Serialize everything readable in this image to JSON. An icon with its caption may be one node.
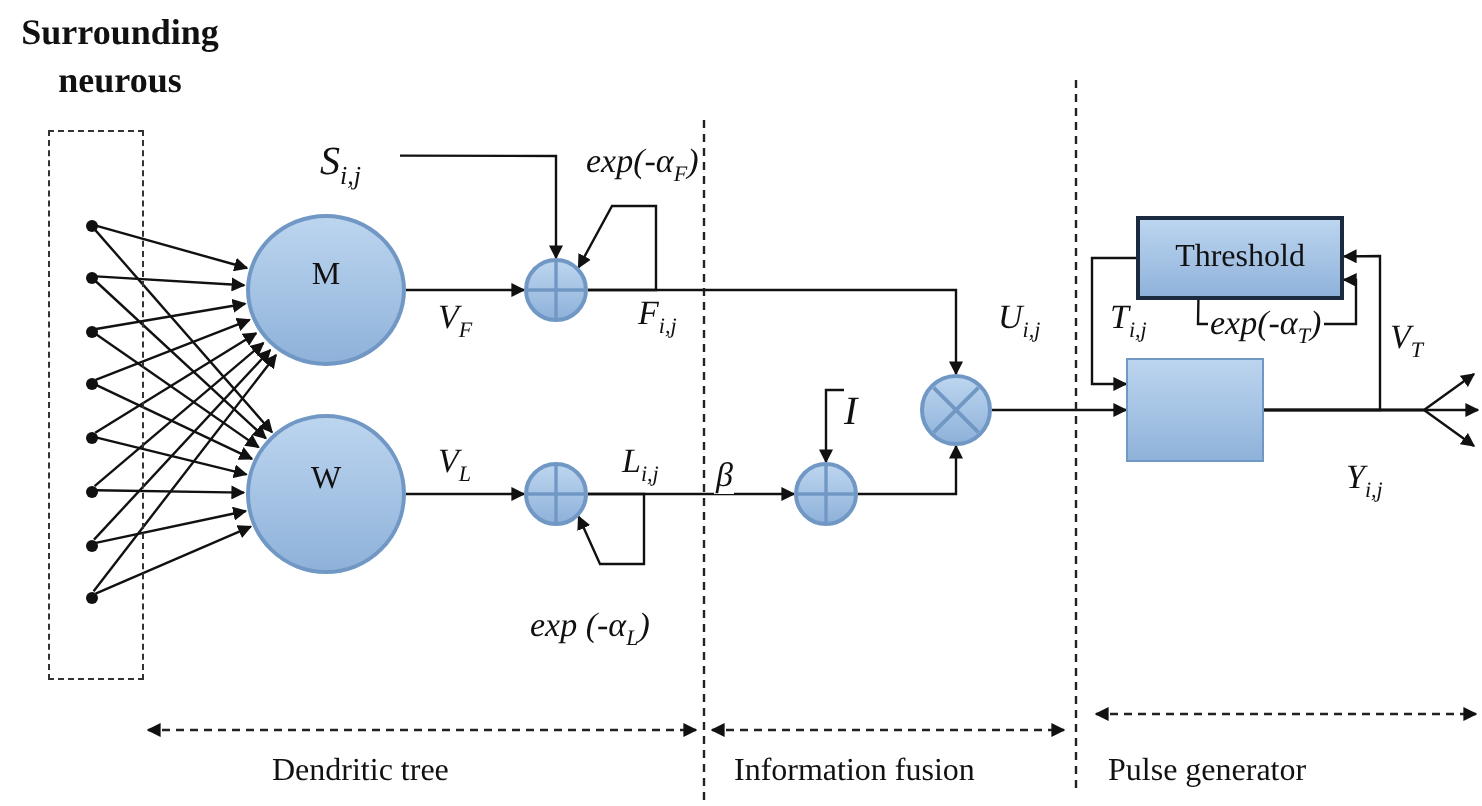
{
  "diagram": {
    "nodes": [
      {
        "text": [
          "Surrounding neurous"
        ]
      },
      {
        "text": [],
        "shape": "circle",
        "in": 0
      },
      {
        "text": [],
        "shape": "circle",
        "in": 0
      },
      {
        "text": [],
        "shape": "circle",
        "in": 0
      },
      {
        "text": [],
        "shape": "circle",
        "in": 0
      },
      {
        "text": [],
        "shape": "circle",
        "in": 0
      },
      {
        "text": [],
        "shape": "circle",
        "in": 0
      },
      {
        "text": [],
        "shape": "circle",
        "in": 0
      },
      {
        "text": [],
        "shape": "circle",
        "in": 0
      },
      {
        "text": [
          "S$_{i,j}$"
        ]
      },
      {
        "text": [
          "M"
        ]
      },
      {
        "text": [
          "W"
        ]
      },
      {
        "text": [],
        "shape": "circle"
      },
      {
        "text": [],
        "shape": "circle"
      },
      {
        "text": [
          "I"
        ]
      },
      {
        "text": [],
        "shape": "circle"
      },
      {
        "text": [],
        "shape": "circle"
      },
      {
        "text": [
          "Threshold"
        ]
      },
      {
        "text": [],
        "shape": "box"
      }
    ],
    "edges": [
      {
        "from": 1,
        "to": 10,
        "arrow": "to"
      },
      {
        "from": 1,
        "to": 11,
        "arrow": "to"
      },
      {
        "from": 2,
        "to": 10,
        "arrow": "to"
      },
      {
        "from": 2,
        "to": 11,
        "arrow": "to"
      },
      {
        "from": 3,
        "to": 10,
        "arrow": "to"
      },
      {
        "from": 3,
        "to": 11,
        "arrow": "to"
      },
      {
        "from": 4,
        "to": 10,
        "arrow": "to"
      },
      {
        "from": 4,
        "to": 11,
        "arrow": "to"
      },
      {
        "from": 5,
        "to": 10,
        "arrow": "to"
      },
      {
        "from": 5,
        "to": 11,
        "arrow": "to"
      },
      {
        "from": 6,
        "to": 10,
        "arrow": "to"
      },
      {
        "from": 6,
        "to": 11,
        "arrow": "to"
      },
      {
        "from": 7,
        "to": 10,
        "arrow": "to"
      },
      {
        "from": 7,
        "to": 11,
        "arrow": "to"
      },
      {
        "from": 8,
        "to": 10,
        "arrow": "to"
      },
      {
        "from": 8,
        "to": 11,
        "arrow": "to"
      },
      {
        "from": 9,
        "to": 12,
        "arrow": "to"
      },
      {
        "from": 12,
        "to": 12,
        "arrow": "to",
        "label": "exp(-α$_{F}$)"
      },
      {
        "from": 10,
        "to": 12,
        "arrow": "to",
        "label": "V$_{F}$"
      },
      {
        "from": 12,
        "to": 16,
        "arrow": "to",
        "label": "F$_{i,j}$"
      },
      {
        "from": 11,
        "to": 13,
        "arrow": "to",
        "label": "V$_{L}$"
      },
      {
        "from": 13,
        "to": 15,
        "arrow": "to",
        "label": "L$_{i,j}$"
      },
      {
        "from": 13,
        "to": 13,
        "arrow": "to",
        "label": "exp (-α$_{L}$)"
      },
      {
        "from": 14,
        "to": 15,
        "arrow": "to"
      },
      {
        "from": 15,
        "to": 16,
        "arrow": "to"
      },
      {
        "from": 16,
        "to": 18,
        "arrow": "to",
        "label": "U$_{i,j}$"
      },
      {
        "from": 17,
        "to": 18,
        "arrow": "to",
        "label": "T$_{i,j}$"
      },
      {
        "from": 17,
        "to": 17,
        "arrow": "to",
        "label": "exp(-α$_{T}$)"
      },
      {
        "from": 18,
        "to": 17,
        "arrow": "to",
        "label": "V$_{T}$"
      },
      {
        "from": 18,
        "to": null,
        "arrow": "to",
        "label": "Y$_{i,j}$"
      },
      {
        "from": 18,
        "to": null,
        "arrow": "to"
      },
      {
        "from": 18,
        "to": null,
        "arrow": "to"
      }
    ],
    "labels": [
      "β",
      "Dendritic tree",
      "Information fusion",
      "Pulse generator"
    ]
  }
}
